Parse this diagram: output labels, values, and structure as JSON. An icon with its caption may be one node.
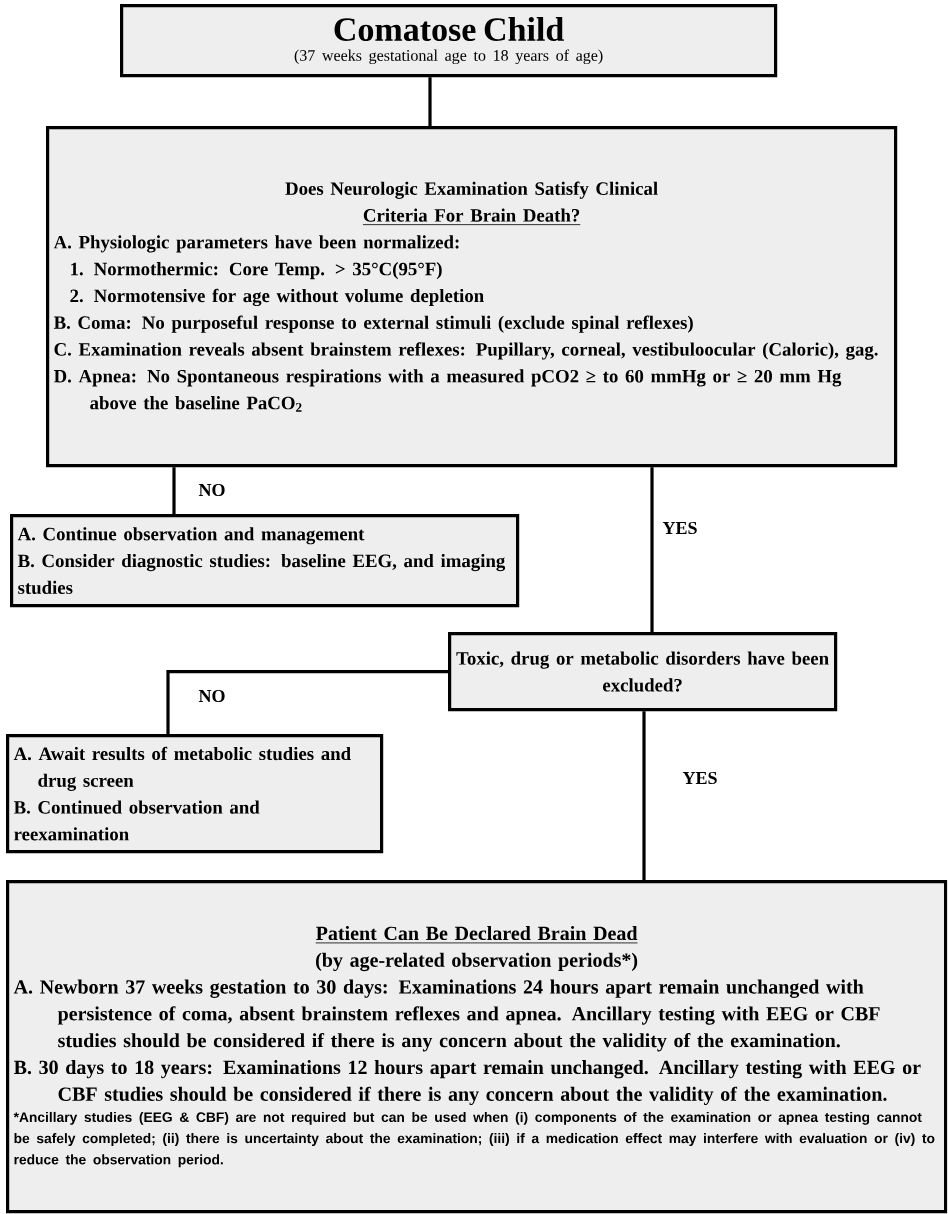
{
  "diagram": {
    "nodes": [
      {
        "text": [
          "Comatose Child",
          "(37 weeks gestational age to 18 years of age)"
        ]
      },
      {
        "text": [
          "Does Neurologic Examination Satisfy Clinical",
          "Criteria For Brain Death?",
          "A. Physiologic parameters have been normalized:",
          "1. Normothermic: Core Temp. > 35°C(95°F)",
          "2. Normotensive for age without volume depletion",
          "B. Coma: No purposeful response to external stimuli (exclude spinal reflexes)",
          "C. Examination reveals absent brainstem reflexes: Pupillary, corneal, vestibuloocular (Caloric), gag.",
          "D. Apnea: No Spontaneous respirations with a measured pCO2 ≥ to 60 mmHg or ≥ 20 mm Hg above the baseline PaCO$_{2}$"
        ]
      },
      {
        "text": [
          "A. Continue observation and management",
          "B. Consider diagnostic studies: baseline EEG, and imaging studies"
        ]
      },
      {
        "text": [
          "Toxic, drug or metabolic disorders have been excluded?"
        ]
      },
      {
        "text": [
          "A. Await results of metabolic studies and drug screen",
          "B. Continued observation and reexamination"
        ]
      },
      {
        "text": [
          "Patient Can Be Declared Brain Dead",
          "(by age-related observation periods*)",
          "A. Newborn 37 weeks gestation to 30 days: Examinations 24 hours apart remain unchanged with persistence of coma, absent brainstem reflexes and apnea. Ancillary testing with EEG or CBF studies should be considered if there is any concern about the validity of the examination.",
          "B. 30 days to 18 years: Examinations 12 hours apart remain unchanged. Ancillary testing with EEG or CBF studies should be considered if there is any concern about the validity of the examination.",
          "*Ancillary studies (EEG & CBF) are not required but can be used when (i) components of the examination or apnea testing cannot be safely completed; (ii) there is uncertainty about the examination; (iii) if a medication effect may interfere with evaluation or (iv) to reduce the observation period."
        ]
      }
    ],
    "edges": [
      {
        "from": 0,
        "to": 1,
        "arrow": "none"
      },
      {
        "from": 1,
        "to": 2,
        "arrow": "none",
        "label": "NO"
      },
      {
        "from": 1,
        "to": 3,
        "arrow": "none",
        "label": "YES"
      },
      {
        "from": 3,
        "to": 4,
        "arrow": "none",
        "label": "NO"
      },
      {
        "from": 3,
        "to": 5,
        "arrow": "none",
        "label": "YES"
      }
    ]
  }
}
